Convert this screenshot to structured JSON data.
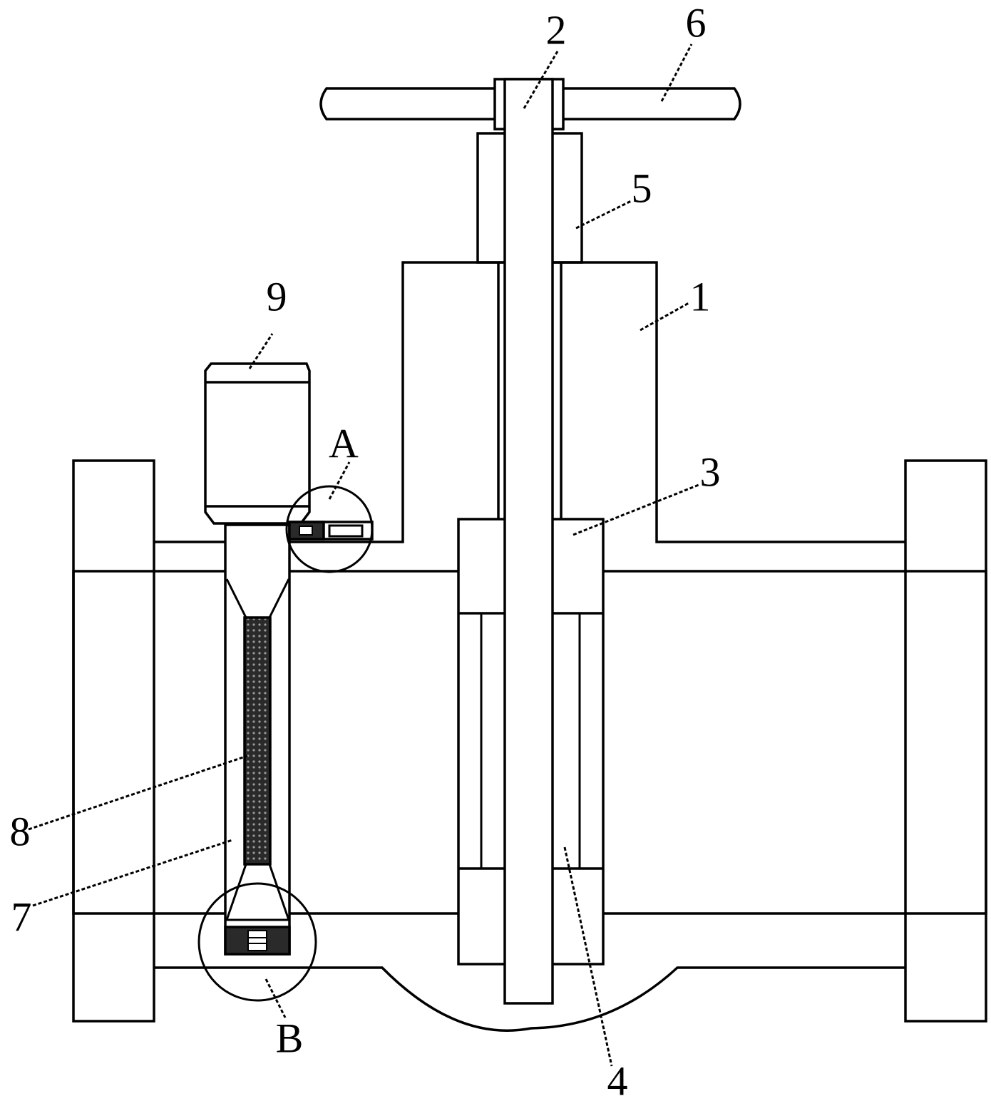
{
  "diagram": {
    "colors": {
      "line": "#000000",
      "background": "#ffffff",
      "filter_fill": "#3a3a3a"
    },
    "part_labels": [
      {
        "id": "label-1",
        "text": "1"
      },
      {
        "id": "label-2",
        "text": "2"
      },
      {
        "id": "label-3",
        "text": "3"
      },
      {
        "id": "label-4",
        "text": "4"
      },
      {
        "id": "label-5",
        "text": "5"
      },
      {
        "id": "label-6",
        "text": "6"
      },
      {
        "id": "label-7",
        "text": "7"
      },
      {
        "id": "label-8",
        "text": "8"
      },
      {
        "id": "label-9",
        "text": "9"
      }
    ],
    "detail_labels": [
      {
        "id": "label-A",
        "text": "A"
      },
      {
        "id": "label-B",
        "text": "B"
      }
    ]
  }
}
